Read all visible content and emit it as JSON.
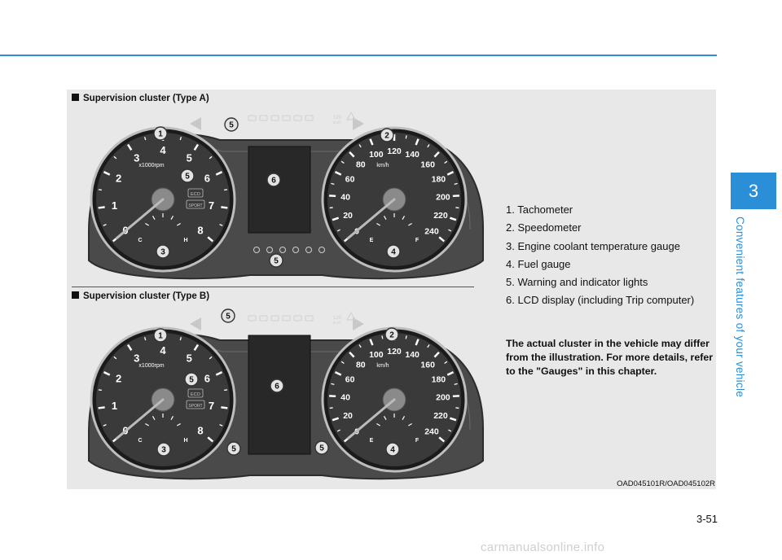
{
  "cluster_a_label": "Supervision cluster (Type A)",
  "cluster_b_label": "Supervision cluster (Type B)",
  "legend": [
    "1. Tachometer",
    "2. Speedometer",
    "3. Engine coolant temperature gauge",
    "4. Fuel gauge",
    "5. Warning and indicator lights",
    "6. LCD display (including Trip computer)"
  ],
  "note": "The actual cluster in the vehicle may differ from the illustration. For more details, refer to the \"Gauges\" in this chapter.",
  "image_code": "OAD045101R/OAD045102R",
  "chapter_number": "3",
  "chapter_title": "Convenient features of your vehicle",
  "page_number": "3-51",
  "watermark": "carmanualsonline.info",
  "gauges": {
    "tach_numbers": [
      "0",
      "1",
      "2",
      "3",
      "4",
      "5",
      "6",
      "7",
      "8"
    ],
    "tach_unit": "x1000rpm",
    "speed_numbers": [
      "0",
      "20",
      "40",
      "60",
      "80",
      "100",
      "120",
      "140",
      "160",
      "180",
      "200",
      "220",
      "240"
    ],
    "speed_unit": "km/h",
    "temp_c": "C",
    "temp_h": "H",
    "fuel_e": "E",
    "fuel_f": "F",
    "eco": "ECO",
    "sport": "SPORT",
    "speed_limit": "120",
    "speed_limit_unit": "km/h"
  },
  "colors": {
    "accent": "#2a8fd6",
    "panel": "#e8e8e8",
    "gauge_face": "#3a3a3a",
    "callout": "#e3e3e3"
  }
}
